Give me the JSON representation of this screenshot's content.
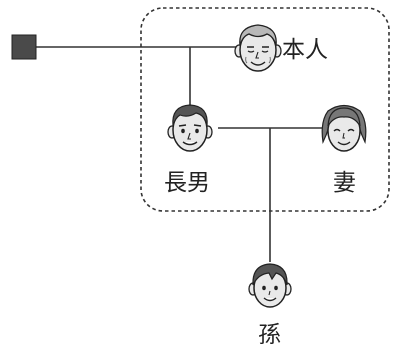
{
  "persons": {
    "honnin": {
      "label": "本人"
    },
    "chounan": {
      "label": "長男"
    },
    "tsuma": {
      "label": "妻"
    },
    "mago": {
      "label": "孫"
    }
  },
  "colors": {
    "line": "#333333",
    "deceased_marker": "#4a4a4a",
    "face_fill": "#e9e9e9",
    "hair_gray": "#b8b8b8",
    "hair_dark": "#555555"
  },
  "icons": {
    "deceased_marker": "filled-square",
    "honnin": "elderly-man-face-icon",
    "chounan": "man-face-icon",
    "tsuma": "woman-face-icon",
    "mago": "child-face-icon"
  }
}
